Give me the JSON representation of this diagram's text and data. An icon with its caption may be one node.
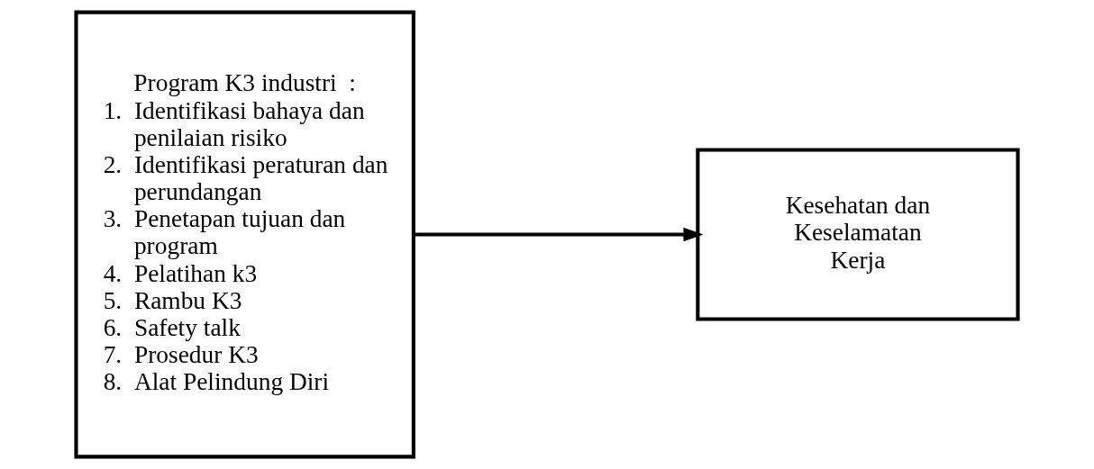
{
  "diagram": {
    "nodes": [
      {
        "text": [
          "Program K3 industri  :",
          "1.  Identifikasi bahaya dan penilaian risiko",
          "2.  Identifikasi peraturan dan perundangan",
          "3.  Penetapan tujuan dan program",
          "4.  Pelatihan k3",
          "5.  Rambu K3",
          "6.  Safety talk",
          "7.  Prosedur K3",
          "8.  Alat Pelindung Diri"
        ]
      },
      {
        "text": [
          "Kesehatan dan Keselamatan Kerja"
        ]
      }
    ],
    "edges": [
      {
        "from": 0,
        "to": 1,
        "arrow": "to"
      }
    ]
  }
}
